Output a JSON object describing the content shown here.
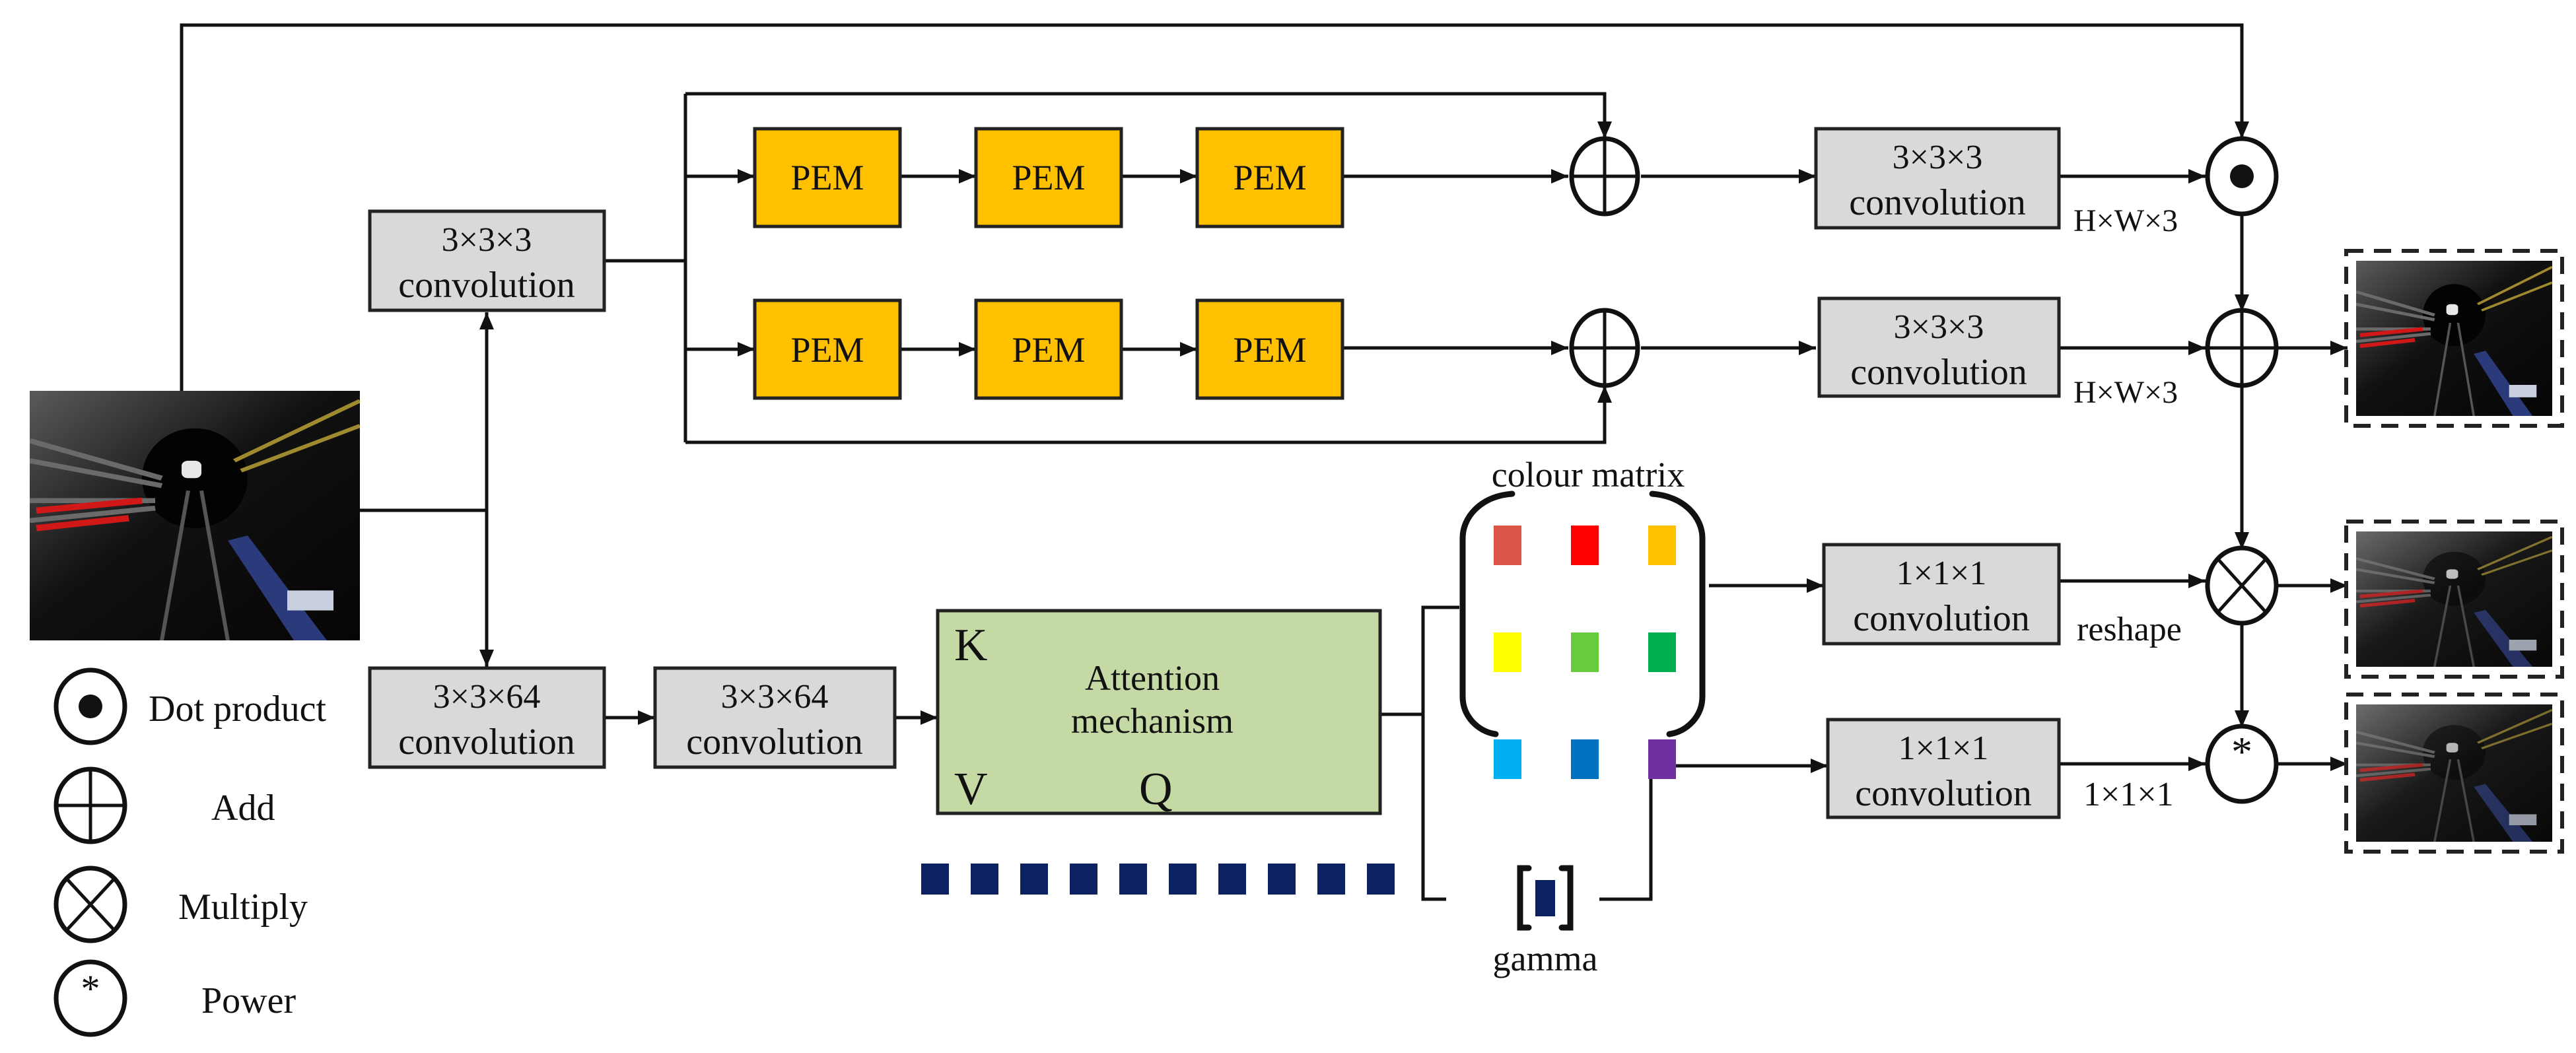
{
  "figure": {
    "top_branch": {
      "conv_in": {
        "line1": "3×3×3",
        "line2": "convolution"
      },
      "pem_rows": [
        [
          "PEM",
          "PEM",
          "PEM"
        ],
        [
          "PEM",
          "PEM",
          "PEM"
        ]
      ],
      "conv_out": [
        {
          "line1": "3×3×3",
          "line2": "convolution",
          "shape": "H×W×3"
        },
        {
          "line1": "3×3×3",
          "line2": "convolution",
          "shape": "H×W×3"
        }
      ]
    },
    "bottom_branch": {
      "conv_a": {
        "line1": "3×3×64",
        "line2": "convolution"
      },
      "conv_b": {
        "line1": "3×3×64",
        "line2": "convolution"
      },
      "attention": {
        "line1": "Attention",
        "line2": "mechanism",
        "k": "K",
        "v": "V",
        "q": "Q"
      },
      "vector_cells": 10,
      "colour_matrix": {
        "label": "colour matrix",
        "colors": [
          "#DA5646",
          "#FF0000",
          "#FFC000",
          "#FFFF00",
          "#66CC3E",
          "#00B050",
          "#00B0F0",
          "#0070C0",
          "#7030A0"
        ]
      },
      "gamma": {
        "label": "gamma"
      },
      "conv_colour": {
        "line1": "1×1×1",
        "line2": "convolution",
        "shape": "reshape"
      },
      "conv_gamma": {
        "line1": "1×1×1",
        "line2": "convolution",
        "shape": "1×1×1"
      }
    },
    "operators": {
      "dot": "Dot product",
      "add": "Add",
      "mul": "Multiply",
      "pow": "Power",
      "pow_symbol": "*"
    },
    "legend": [
      {
        "icon": "dot-product-icon",
        "label": "Dot product"
      },
      {
        "icon": "add-icon",
        "label": "Add"
      },
      {
        "icon": "multiply-icon",
        "label": "Multiply"
      },
      {
        "icon": "power-icon",
        "label": "Power"
      }
    ],
    "colors": {
      "pem": "#FFC000",
      "conv": "#D9D9D9",
      "attention": "#C5D9A5",
      "vector": "#0B2160"
    }
  }
}
